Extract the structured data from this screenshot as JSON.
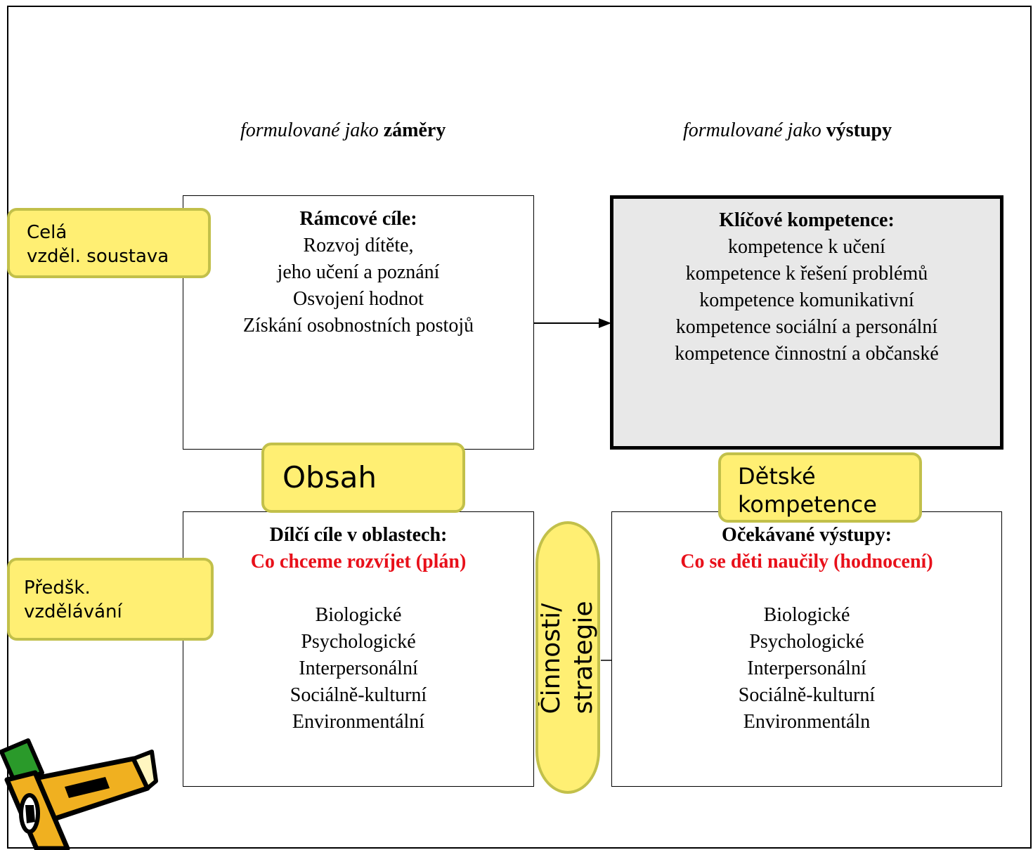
{
  "headings": {
    "left": {
      "italic": "formulované jako ",
      "bold": "záměry"
    },
    "right": {
      "italic": "formulované jako ",
      "bold": "výstupy"
    }
  },
  "boxes": {
    "ramcove": {
      "title": "Rámcové cíle:",
      "lines": [
        "Rozvoj dítěte,",
        "jeho učení a poznání",
        "Osvojení hodnot",
        "Získání osobnostních postojů"
      ]
    },
    "klicove": {
      "title": "Klíčové kompetence:",
      "lines": [
        "kompetence k učení",
        "kompetence k řešení problémů",
        "kompetence komunikativní",
        "kompetence sociální a personální",
        "kompetence činnostní a občanské"
      ]
    },
    "dilci": {
      "title": "Dílčí cíle v oblastech:",
      "subtitle": "Co chceme rozvíjet (plán)",
      "lines": [
        "Biologické",
        "Psychologické",
        "Interpersonální",
        "Sociálně-kulturní",
        "Environmentální"
      ]
    },
    "ocekavane": {
      "title": "Očekávané výstupy:",
      "subtitle": "Co se děti naučily (hodnocení)",
      "lines": [
        "Biologické",
        "Psychologické",
        "Interpersonální",
        "Sociálně-kulturní",
        "Environmentáln"
      ]
    }
  },
  "notes": {
    "cela": [
      "Celá",
      "vzděl. soustava"
    ],
    "predsk": [
      "Předšk.",
      "vzdělávání"
    ],
    "obsah": "Obsah",
    "detske": [
      "Dětské",
      "kompetence"
    ],
    "cinnosti": [
      "Činnosti/",
      "strategie"
    ]
  },
  "colors": {
    "note_fill": "#ffef73",
    "note_border": "#c2c04a",
    "subtitle_red": "#e8101a",
    "kk_fill": "#e8e8e8"
  },
  "decor": {
    "pencil_icon": "pencil-icon"
  }
}
